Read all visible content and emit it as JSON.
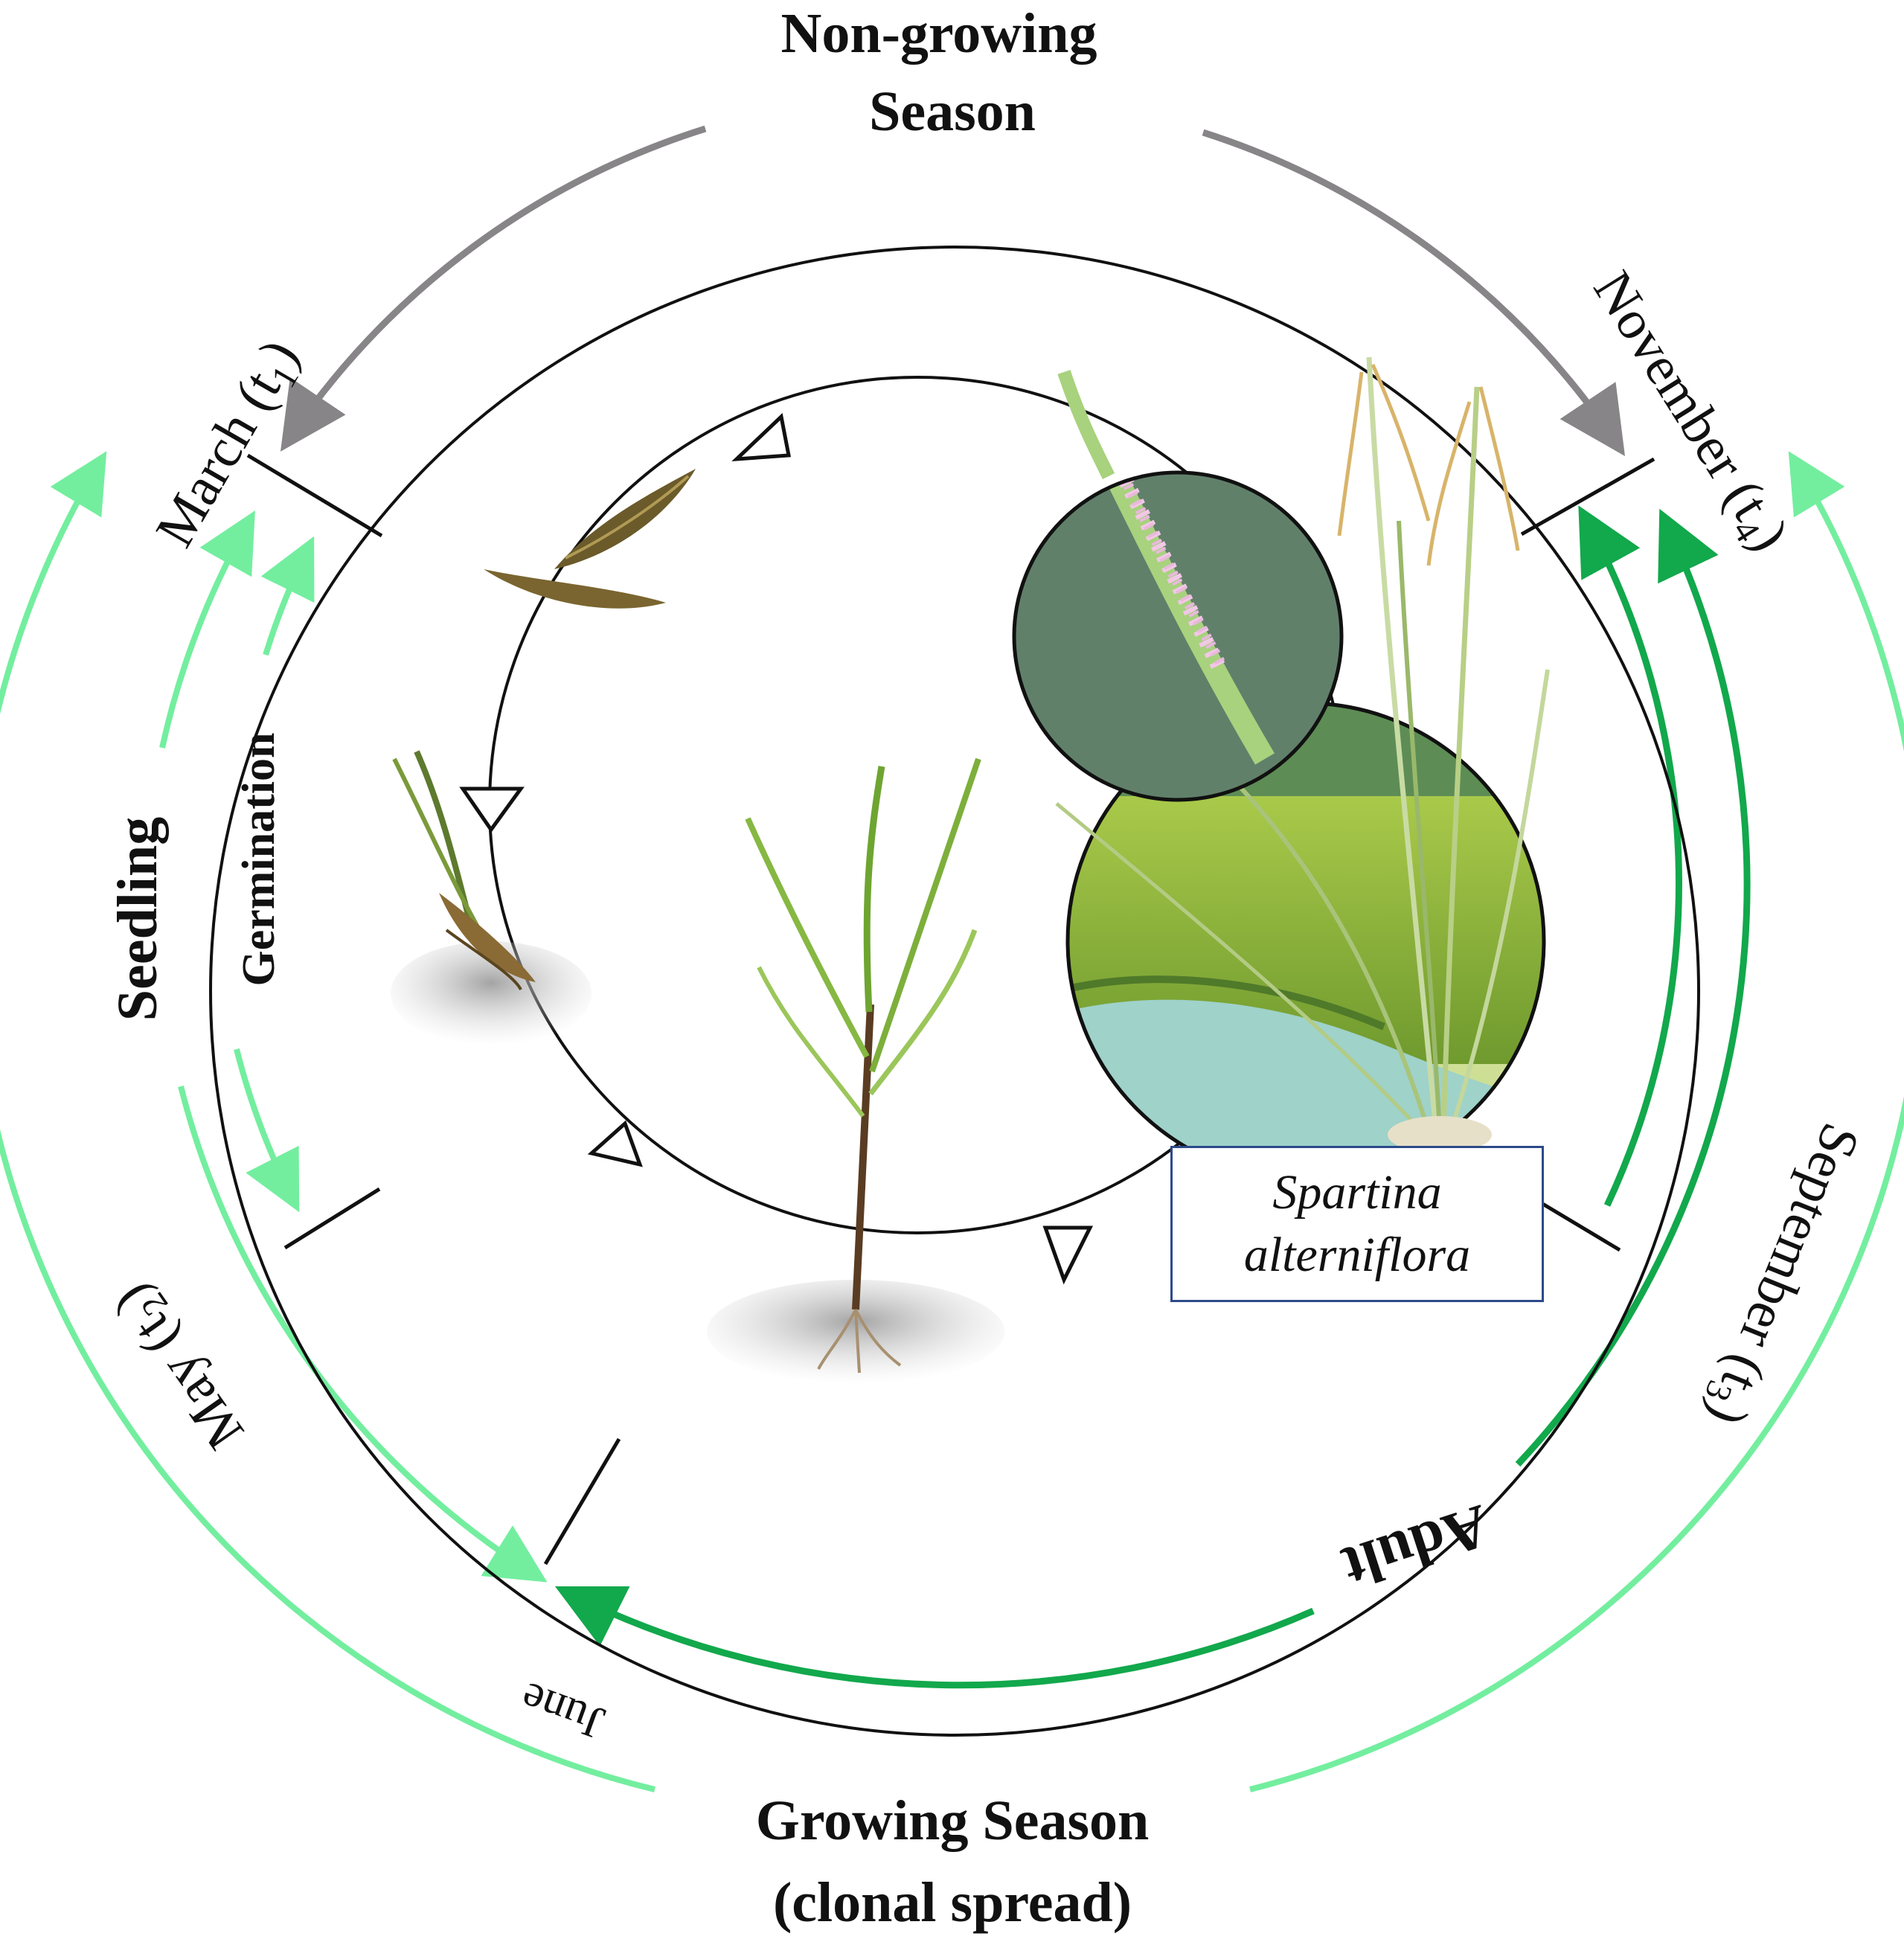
{
  "labels": {
    "non_growing_line1": "Non-growing",
    "non_growing_line2": "Season",
    "growing_line1": "Growing Season",
    "growing_line2": "(clonal spread)",
    "march": "March (t",
    "march_sub": "1",
    "november": "November (t",
    "november_sub": "4",
    "september": "September (t",
    "september_sub": "3",
    "may": "May (t",
    "may_sub": "2",
    "close_paren": ")",
    "june": "June",
    "seedling": "Seedling",
    "germination": "Germination",
    "adult": "Adult"
  },
  "species": {
    "line1": "Spartina",
    "line2": "alterniflora"
  },
  "colors": {
    "gray_arrow": "#878587",
    "light_green": "#73ee9f",
    "dark_green": "#12a84c",
    "circle_stroke": "#111111",
    "box_border": "#2b4a8a"
  }
}
